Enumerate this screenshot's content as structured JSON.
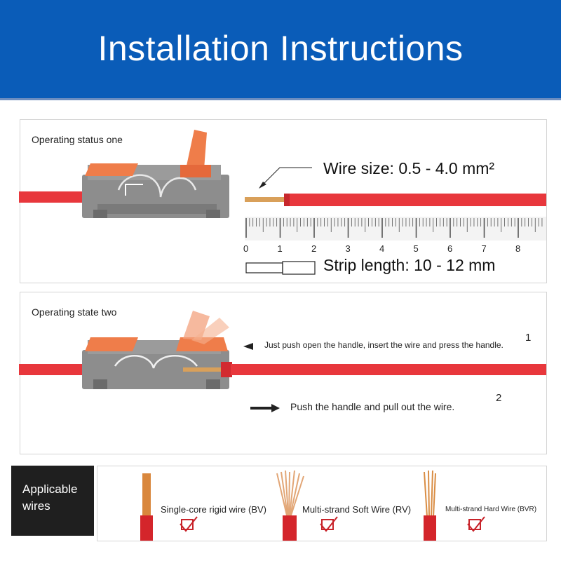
{
  "header": {
    "title": "Installation Instructions",
    "color": "#0a5cb8"
  },
  "panel1": {
    "label": "Operating status one",
    "wire_size": "Wire size: 0.5 - 4.0 mm²",
    "strip_length": "Strip length: 10 - 12 mm",
    "ruler_ticks": [
      "0",
      "1",
      "2",
      "3",
      "4",
      "5",
      "6",
      "7",
      "8"
    ]
  },
  "panel2": {
    "label": "Operating state two",
    "step1_text": "Just push open the handle, insert the wire and press the handle.",
    "step1_num": "1",
    "step2_text": "Push the handle and pull out the wire.",
    "step2_num": "2"
  },
  "wires": {
    "badge_line1": "Applicable",
    "badge_line2": "wires",
    "items": [
      {
        "label": "Single-core rigid wire (BV)"
      },
      {
        "label": "Multi-strand Soft Wire (RV)"
      },
      {
        "label": "Multi-strand Hard Wire (BVR)"
      }
    ]
  },
  "colors": {
    "wire_red": "#e8373c",
    "connector_orange": "#ef7d4a",
    "connector_gray": "#8d8d8d",
    "copper": "#d9a05a"
  }
}
